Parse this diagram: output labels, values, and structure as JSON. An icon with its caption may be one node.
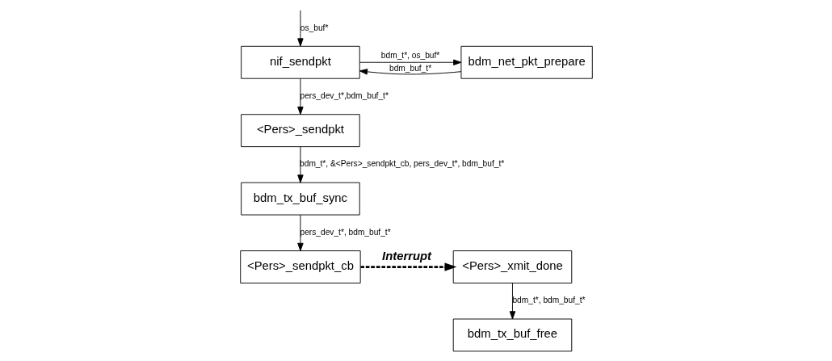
{
  "diagram": {
    "nodes": [
      {
        "text": [
          "nif_sendpkt"
        ]
      },
      {
        "text": [
          "bdm_net_pkt_prepare"
        ]
      },
      {
        "text": [
          "<Pers>_sendpkt"
        ]
      },
      {
        "text": [
          "bdm_tx_buf_sync"
        ]
      },
      {
        "text": [
          "bdm_tx_buf_free"
        ]
      },
      {
        "text": [
          "<Pers>_sendpkt_cb"
        ]
      },
      {
        "text": [
          "<Pers>_xmit_done"
        ]
      }
    ],
    "edges": [
      {
        "from": null,
        "to": 0,
        "arrow": "to",
        "label": "os_buf*"
      },
      {
        "from": 0,
        "to": 1,
        "arrow": "to",
        "label": "bdm_t*, os_buf*"
      },
      {
        "from": 1,
        "to": 0,
        "arrow": "to",
        "label": "bdm_buf_t*"
      },
      {
        "from": 0,
        "to": 2,
        "arrow": "to",
        "label": "pers_dev_t*,bdm_buf_t*"
      },
      {
        "from": 2,
        "to": 3,
        "arrow": "to",
        "label": "bdm_t*, &<Pers>_sendpkt_cb, pers_dev_t*, bdm_buf_t*"
      },
      {
        "from": 3,
        "to": 5,
        "arrow": "to",
        "label": "pers_dev_t*, bdm_buf_t*"
      },
      {
        "from": 5,
        "to": 6,
        "arrow": "to",
        "label": "Interrupt",
        "style": "dashed"
      },
      {
        "from": 6,
        "to": 4,
        "arrow": "to",
        "label": "bdm_t*, bdm_buf_t*"
      }
    ]
  }
}
